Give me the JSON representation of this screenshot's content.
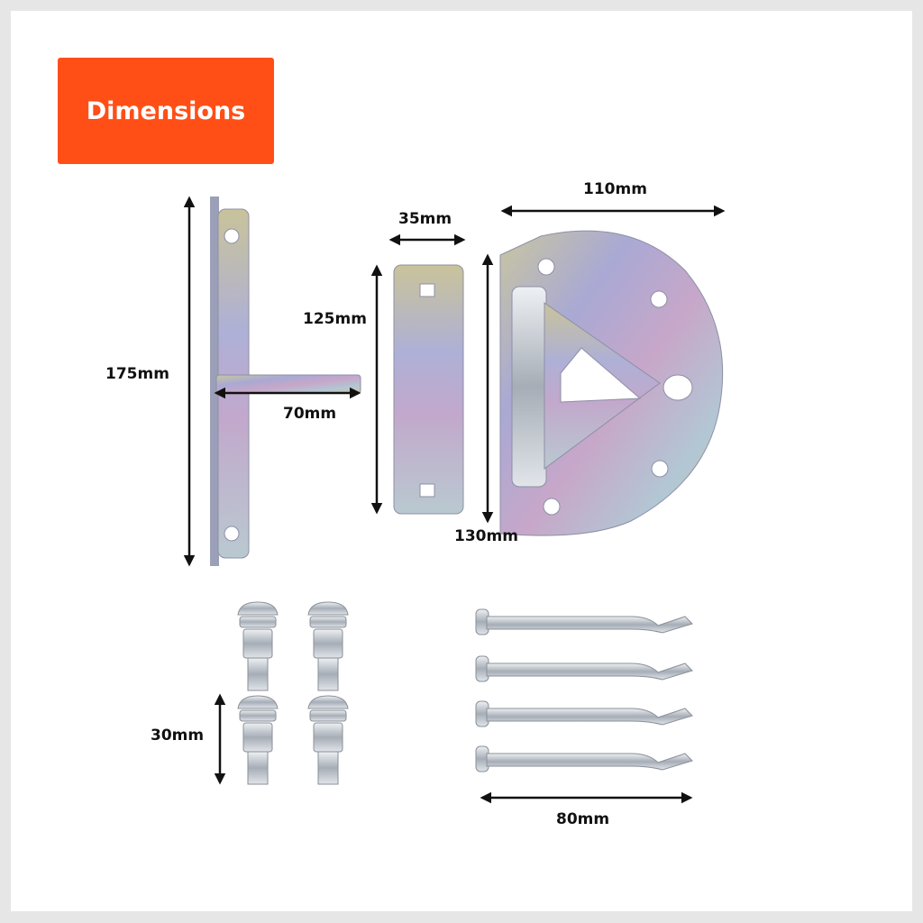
{
  "header": {
    "title": "Dimensions"
  },
  "dimensions": {
    "bracket_height": "175mm",
    "bracket_arm": "70mm",
    "plate_width": "35mm",
    "plate_height": "125mm",
    "mount_width": "110mm",
    "mount_height": "130mm",
    "bolt_length": "30mm",
    "anchor_length": "80mm"
  },
  "colors": {
    "accent": "#ff4f17",
    "arrow": "#111111",
    "zinc": "#b9bcd6"
  },
  "parts": {
    "bolt_count": 4,
    "anchor_count": 4,
    "icons": [
      "t-bracket",
      "flat-plate",
      "hinged-mount-plate",
      "carriage-bolt",
      "sleeve-anchor"
    ]
  }
}
